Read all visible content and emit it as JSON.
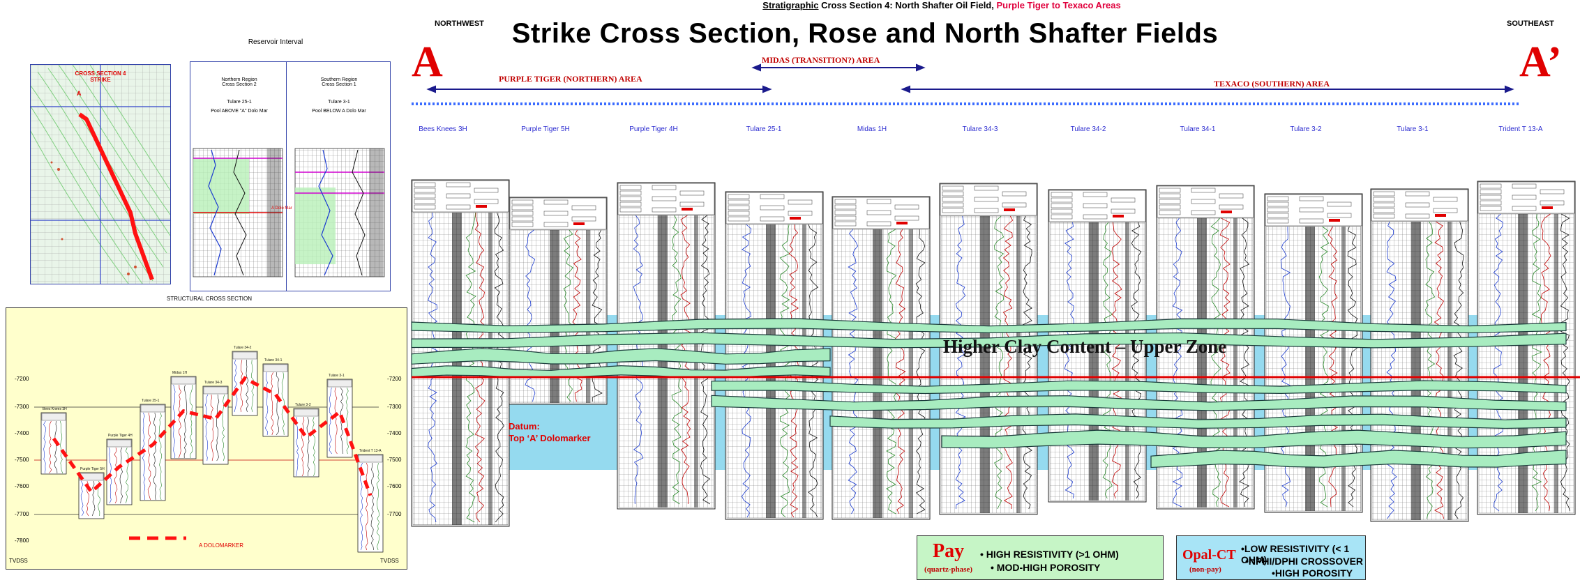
{
  "header": {
    "supertitle_underlined": "Stratigraphic",
    "supertitle_main": " Cross Section 4: North Shafter Oil Field, ",
    "supertitle_red": "Purple Tiger to Texaco Areas",
    "title": "Strike Cross Section, Rose and North Shafter Fields",
    "dir_left": "NORTHWEST",
    "dir_right": "SOUTHEAST",
    "label_left": "A",
    "label_right": "A’"
  },
  "areas": {
    "north": "PURPLE TIGER (NORTHERN) AREA",
    "midas": "MIDAS (TRANSITION?) AREA",
    "south": "TEXACO (SOUTHERN)  AREA"
  },
  "wells": [
    "Bees Knees 3H",
    "Purple Tiger 5H",
    "Purple Tiger 4H",
    "Tulare 25-1",
    "Midas 1H",
    "Tulare 34-3",
    "Tulare 34-2",
    "Tulare 34-1",
    "Tulare 3-2",
    "Tulare 3-1",
    "Trident T 13-A"
  ],
  "zones": {
    "upper": "Higher Clay Content – Upper Zone",
    "datum_line1": "Datum:",
    "datum_line2": "Top ‘A’ Dolomarker"
  },
  "legend": {
    "pay_word": "Pay",
    "pay_sub": "(quartz-phase)",
    "pay_items": [
      "• HIGH RESISTIVITY (>1 OHM)",
      "• MOD-HIGH POROSITY"
    ],
    "opal_word": "Opal-CT",
    "opal_sub": "(non-pay)",
    "opal_items": [
      "•LOW RESISTIVITY (< 1 OHM)",
      "•NPHI/DPHI CROSSOVER",
      "•HIGH POROSITY"
    ]
  },
  "map_inset": {
    "label_line1": "CROSS SECTION 4",
    "label_line2": "STRIKE",
    "marker": "A"
  },
  "reservoir_inset": {
    "title": "Reservoir Interval",
    "left_title_1": "Northern Region",
    "left_title_2": "Cross Section 2",
    "left_well": "Tulare 25-1",
    "left_pool": "Pool ABOVE \"A\" Dolo Mar",
    "right_title_1": "Southern Region",
    "right_title_2": "Cross Section 1",
    "right_well": "Tulare 3-1",
    "right_pool": "Pool BELOW A Dolo Mar",
    "marker_label": "A Dolo Mar"
  },
  "structural": {
    "title": "STRUCTURAL CROSS SECTION",
    "depths_left": [
      "-7200",
      "-7300",
      "-7400",
      "-7500",
      "-7600",
      "-7700",
      "-7800"
    ],
    "depths_right": [
      "-7200",
      "-7300",
      "-7400",
      "-7500",
      "-7600",
      "-7700"
    ],
    "tvdss_left": "TVDSS",
    "tvdss_right": "TVDSS",
    "marker": "A DOLOMARKER",
    "well_labels": [
      "Bees Knees 3H",
      "Purple Tiger 5H",
      "Purple Tiger 4H",
      "Tulare 25-1",
      "Midas 1H",
      "Tulare 34-3",
      "Tulare 34-2",
      "Tulare 34-1",
      "Tulare 3-2",
      "Tulare 3-1",
      "Trident T 13-A"
    ]
  },
  "colors": {
    "title_red": "#e00000",
    "area_arrow": "#1a1a8c",
    "dotted_line": "#3b6cff",
    "green_zone": "#a8ecc0",
    "blue_zone": "#8fd8ee",
    "datum_line": "#e00000",
    "struct_bg": "#ffffcc",
    "pay_bg": "#c6f5c6",
    "opal_bg": "#a8e4f6"
  }
}
